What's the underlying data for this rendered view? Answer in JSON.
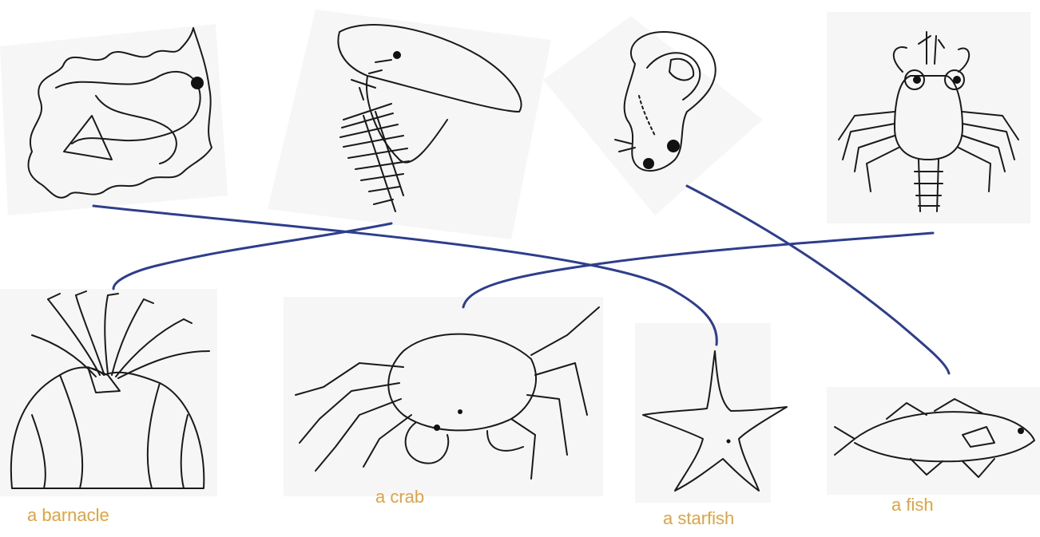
{
  "colors": {
    "connector": "#2e3e8c",
    "label": "#e0a340",
    "ink": "#1a1a1a"
  },
  "larvae": [
    "nauplius-larva",
    "cyprid-larva",
    "fish-larva",
    "zoea-crab-larva"
  ],
  "adults": [
    {
      "id": "barnacle",
      "label": "a barnacle"
    },
    {
      "id": "crab",
      "label": "a crab"
    },
    {
      "id": "starfish",
      "label": "a starfish"
    },
    {
      "id": "fish",
      "label": "a fish"
    }
  ],
  "matches": [
    {
      "larva": "nauplius-larva",
      "adult": "starfish"
    },
    {
      "larva": "cyprid-larva",
      "adult": "barnacle"
    },
    {
      "larva": "fish-larva",
      "adult": "fish"
    },
    {
      "larva": "zoea-crab-larva",
      "adult": "crab"
    }
  ]
}
